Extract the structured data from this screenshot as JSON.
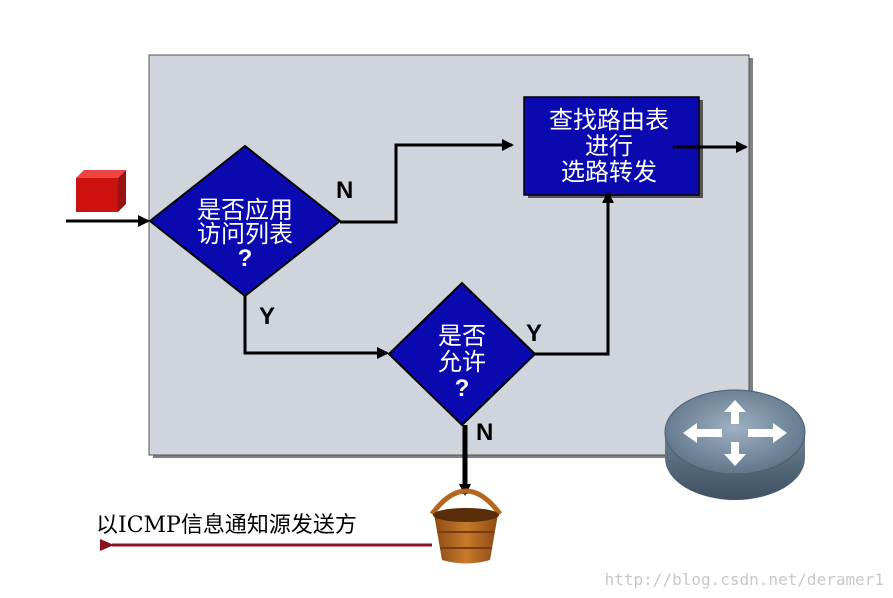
{
  "diagram": {
    "nodes": {
      "acl_decision": {
        "lines": [
          "是否应用",
          "访问列表"
        ],
        "question": "?"
      },
      "permit_decision": {
        "lines": [
          "是否",
          "允许"
        ],
        "question": "?"
      },
      "route_box": {
        "lines": [
          "查找路由表",
          "进行",
          "选路转发"
        ]
      }
    },
    "edge_labels": {
      "acl_no": "N",
      "acl_yes": "Y",
      "permit_yes": "Y",
      "permit_no": "N"
    },
    "icmp_notice": "以ICMP信息通知源发送方",
    "watermark": "http://blog.csdn.net/deramer1",
    "colors": {
      "panel": "#d0d4dc",
      "node_fill": "#0a0ab0",
      "packet": "#cc1111",
      "icmp_arrow": "#8b1020",
      "bucket": "#b5651d"
    },
    "icons": [
      "packet-icon",
      "bucket-icon",
      "router-icon"
    ]
  }
}
